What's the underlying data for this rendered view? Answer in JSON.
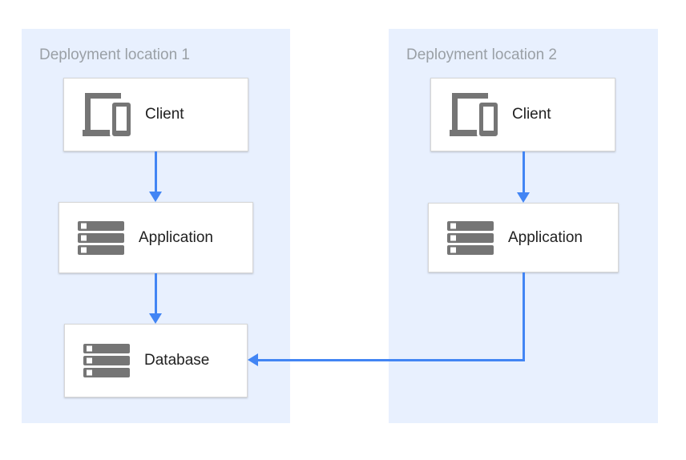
{
  "diagram": {
    "zones": [
      {
        "label": "Deployment location 1",
        "nodes": [
          {
            "id": "client-1",
            "label": "Client",
            "icon": "client-devices-icon"
          },
          {
            "id": "application-1",
            "label": "Application",
            "icon": "server-stack-icon"
          },
          {
            "id": "database-1",
            "label": "Database",
            "icon": "server-stack-icon"
          }
        ]
      },
      {
        "label": "Deployment location 2",
        "nodes": [
          {
            "id": "client-2",
            "label": "Client",
            "icon": "client-devices-icon"
          },
          {
            "id": "application-2",
            "label": "Application",
            "icon": "server-stack-icon"
          }
        ]
      }
    ],
    "edges": [
      {
        "from": "client-1",
        "to": "application-1",
        "direction": "down"
      },
      {
        "from": "application-1",
        "to": "database-1",
        "direction": "down"
      },
      {
        "from": "client-2",
        "to": "application-2",
        "direction": "down"
      },
      {
        "from": "application-2",
        "to": "database-1",
        "direction": "down-then-left"
      }
    ],
    "colors": {
      "zone_background": "#e8f0fe",
      "arrow": "#4285f4",
      "icon": "#757575",
      "node_background": "#ffffff",
      "node_border": "#d6d6d6",
      "zone_label_text": "#9aa0a6",
      "node_label_text": "#212121"
    }
  }
}
